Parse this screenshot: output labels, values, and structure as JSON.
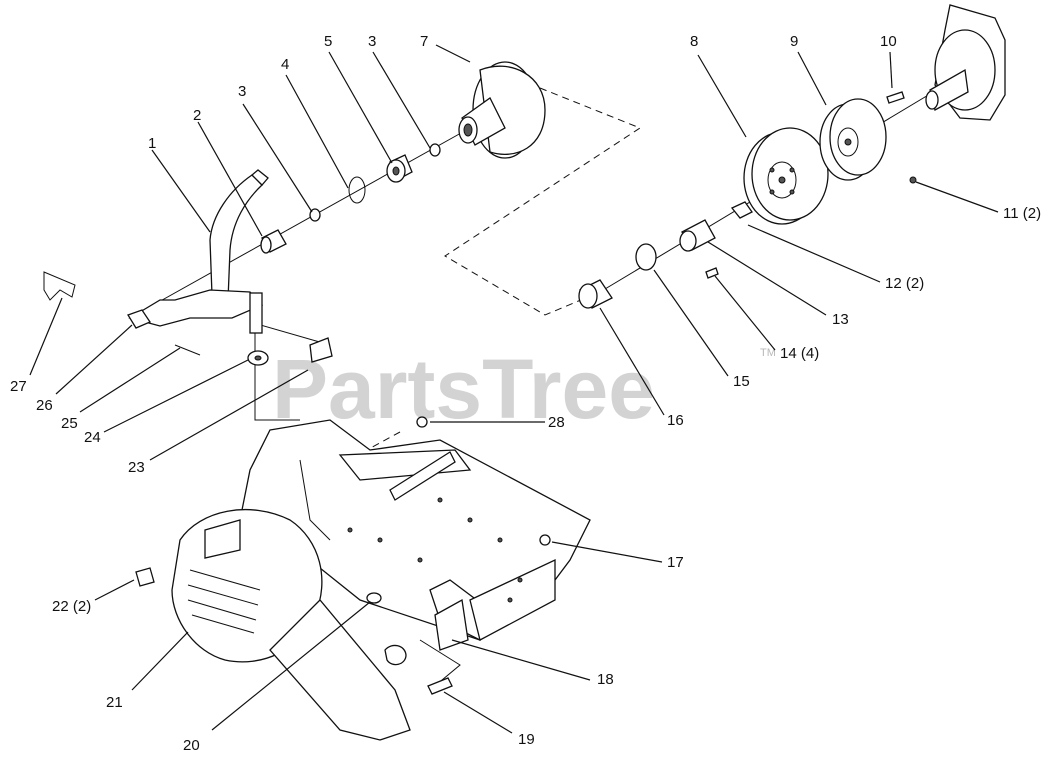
{
  "watermark": {
    "text": "PartsTree",
    "trademark": "TM"
  },
  "callouts": [
    {
      "id": "c1",
      "label": "1"
    },
    {
      "id": "c2",
      "label": "2"
    },
    {
      "id": "c3a",
      "label": "3"
    },
    {
      "id": "c4",
      "label": "4"
    },
    {
      "id": "c5",
      "label": "5"
    },
    {
      "id": "c3b",
      "label": "3"
    },
    {
      "id": "c7",
      "label": "7"
    },
    {
      "id": "c8",
      "label": "8"
    },
    {
      "id": "c9",
      "label": "9"
    },
    {
      "id": "c10",
      "label": "10"
    },
    {
      "id": "c11",
      "label": "11 (2)"
    },
    {
      "id": "c12",
      "label": "12 (2)"
    },
    {
      "id": "c13",
      "label": "13"
    },
    {
      "id": "c14",
      "label": "14 (4)"
    },
    {
      "id": "c15",
      "label": "15"
    },
    {
      "id": "c16",
      "label": "16"
    },
    {
      "id": "c17",
      "label": "17"
    },
    {
      "id": "c18",
      "label": "18"
    },
    {
      "id": "c19",
      "label": "19"
    },
    {
      "id": "c20",
      "label": "20"
    },
    {
      "id": "c21",
      "label": "21"
    },
    {
      "id": "c22",
      "label": "22 (2)"
    },
    {
      "id": "c23",
      "label": "23"
    },
    {
      "id": "c24",
      "label": "24"
    },
    {
      "id": "c25",
      "label": "25"
    },
    {
      "id": "c26",
      "label": "26"
    },
    {
      "id": "c27",
      "label": "27"
    },
    {
      "id": "c28",
      "label": "28"
    }
  ]
}
